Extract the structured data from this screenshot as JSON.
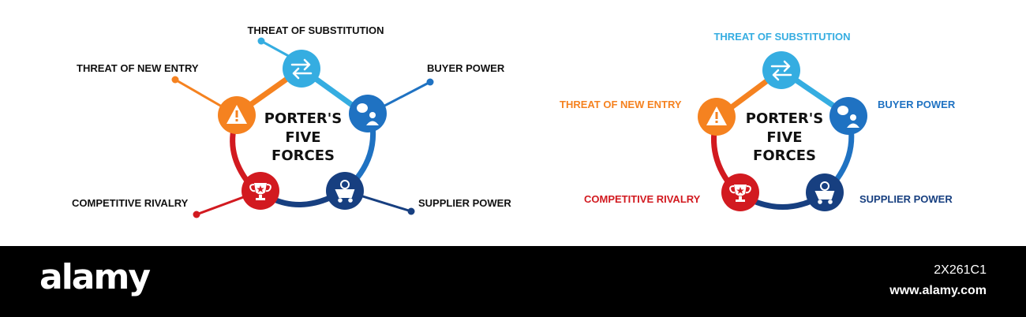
{
  "diagram": {
    "center_lines": [
      "PORTER'S",
      "FIVE",
      "FORCES"
    ],
    "forces": [
      {
        "label": "THREAT OF SUBSTITUTION",
        "color": "#35ADE1",
        "icon": "swap-arrows-icon"
      },
      {
        "label": "BUYER POWER",
        "color": "#1F72C2",
        "icon": "people-chat-icon"
      },
      {
        "label": "SUPPLIER POWER",
        "color": "#173F80",
        "icon": "cart-gear-icon"
      },
      {
        "label": "COMPETITIVE RIVALRY",
        "color": "#D21A20",
        "icon": "trophy-icon"
      },
      {
        "label": "THREAT OF NEW ENTRY",
        "color": "#F58220",
        "icon": "warning-icon"
      }
    ],
    "variants": [
      "black-labels-with-pointers",
      "colored-labels"
    ]
  },
  "footer": {
    "brand": "alamy",
    "image_id": "2X261C1",
    "url": "www.alamy.com"
  }
}
